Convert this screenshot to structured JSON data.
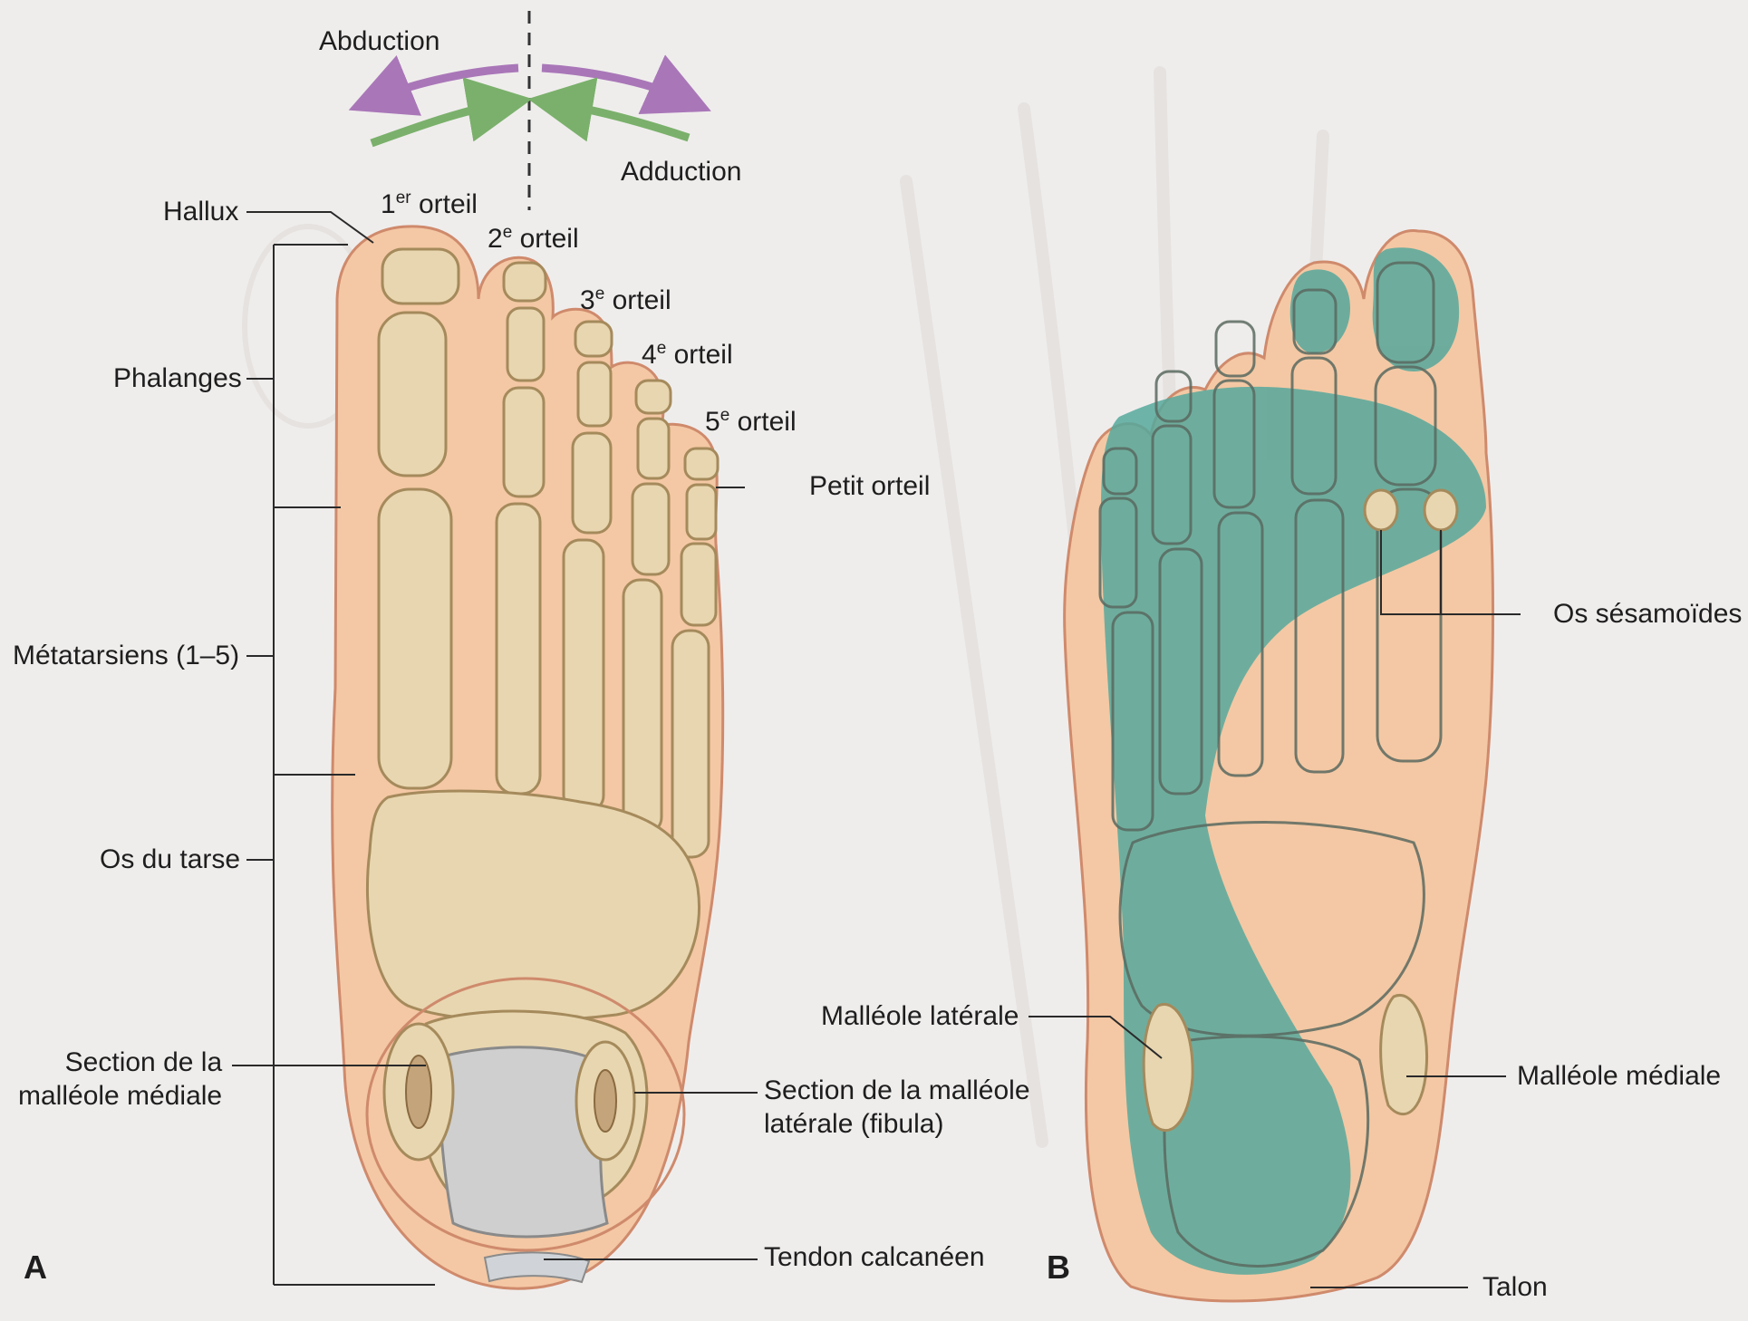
{
  "colors": {
    "background": "#efedec",
    "skin": "#f4c8a4",
    "skin_outline": "#cf8a6c",
    "bone": "#e8d6b0",
    "bone_outline": "#a58a5c",
    "highlight": "#56a89c",
    "abduction_arrow": "#a977b8",
    "adduction_arrow": "#7ab06b",
    "leader_line": "#2a2a2a"
  },
  "arrows": {
    "abduction": "Abduction",
    "adduction": "Adduction"
  },
  "panel_a": {
    "letter": "A",
    "toes": {
      "t1_num": "1",
      "t1_sup": "er",
      "t1_word": "orteil",
      "t2_num": "2",
      "t2_sup": "e",
      "t2_word": "orteil",
      "t3_num": "3",
      "t3_sup": "e",
      "t3_word": "orteil",
      "t4_num": "4",
      "t4_sup": "e",
      "t4_word": "orteil",
      "t5_num": "5",
      "t5_sup": "e",
      "t5_word": "orteil"
    },
    "labels": {
      "hallux": "Hallux",
      "phalanges": "Phalanges",
      "metatarsiens": "Métatarsiens (1–5)",
      "os_du_tarse": "Os du tarse",
      "section_malleole_mediale_l1": "Section de la",
      "section_malleole_mediale_l2": "malléole médiale",
      "petit_orteil": "Petit orteil",
      "section_malleole_laterale_l1": "Section de la malléole",
      "section_malleole_laterale_l2": "latérale (fibula)",
      "tendon_calcaneen": "Tendon calcanéen"
    }
  },
  "panel_b": {
    "letter": "B",
    "labels": {
      "os_sesamoides": "Os sésamoïdes",
      "malleole_laterale": "Malléole latérale",
      "malleole_mediale": "Malléole médiale",
      "talon": "Talon"
    }
  }
}
